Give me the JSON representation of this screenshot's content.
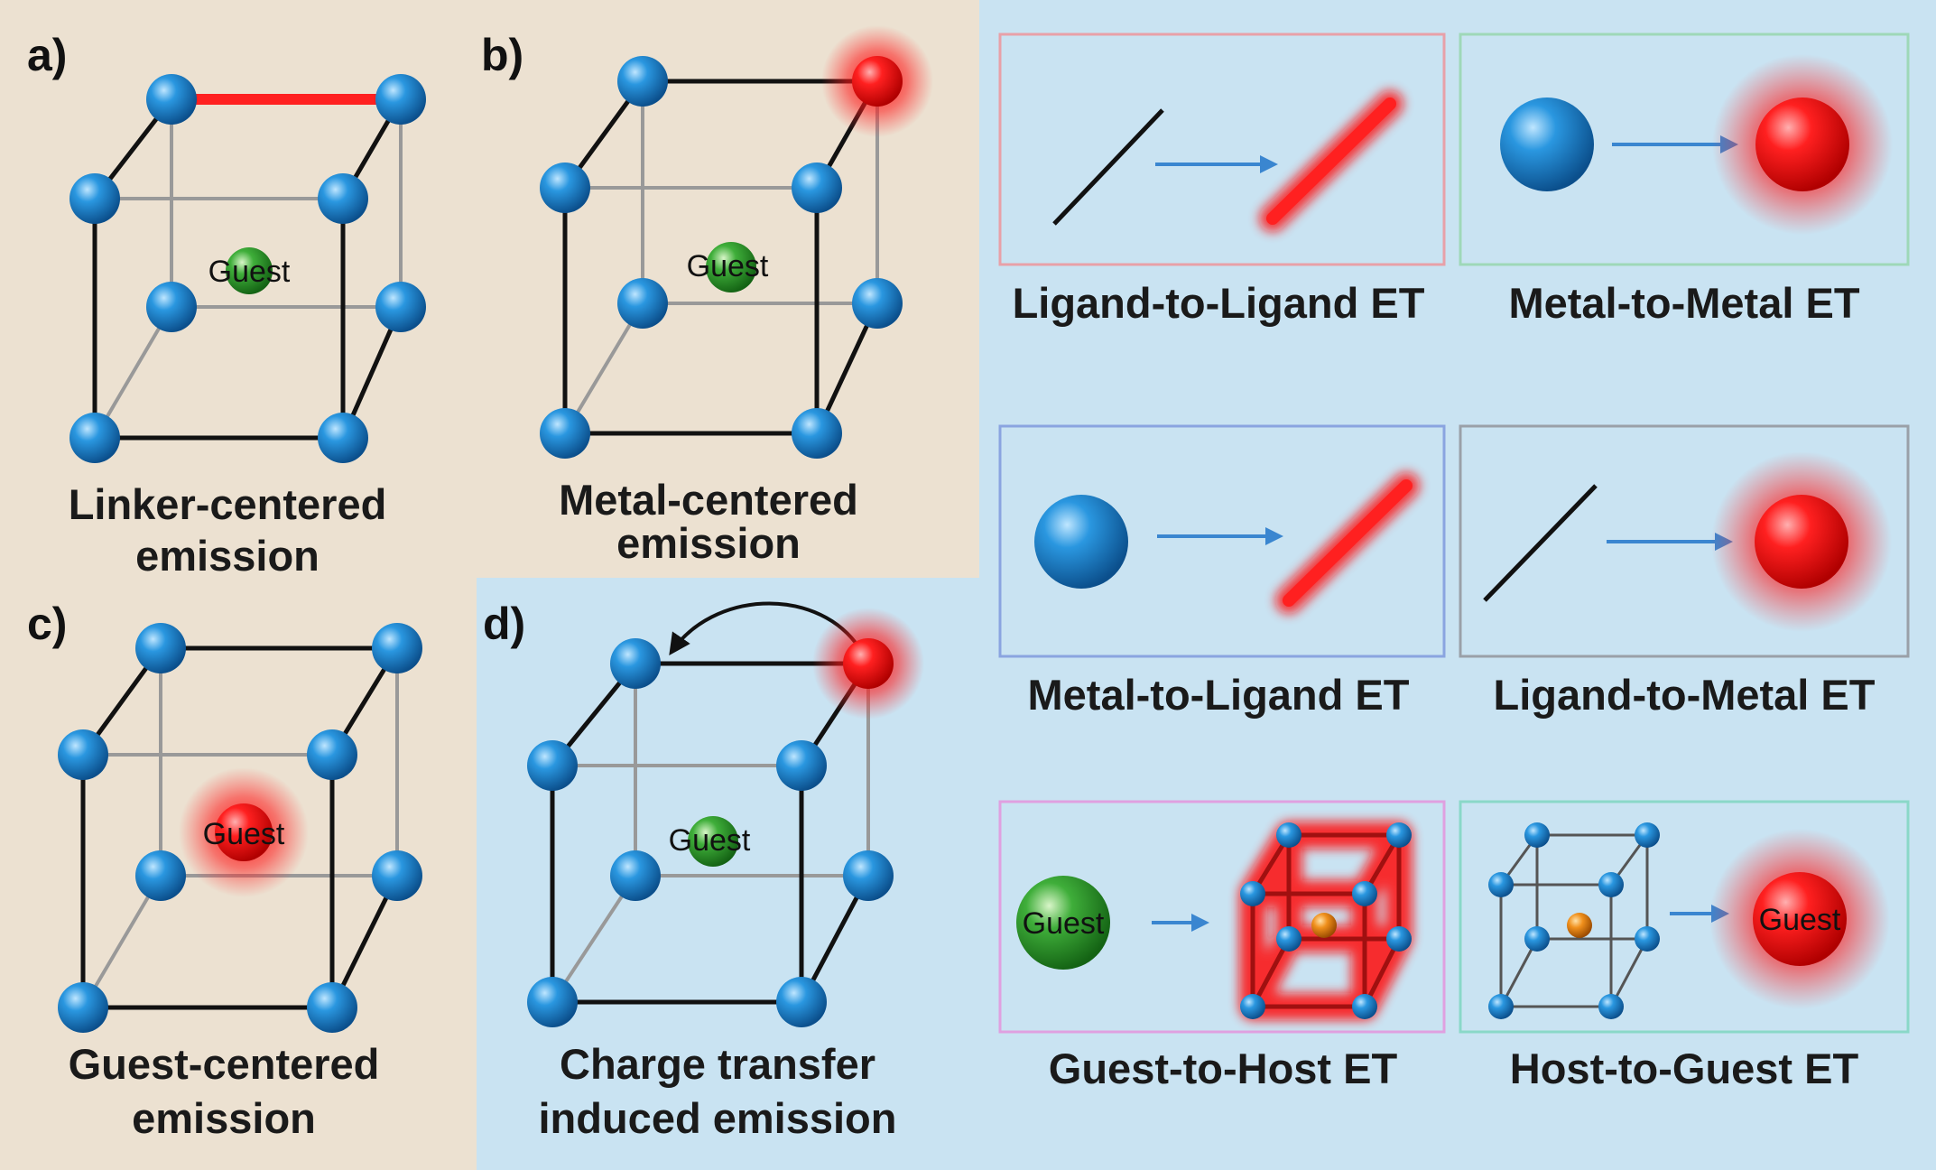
{
  "panels": {
    "a": {
      "label": "a)",
      "caption_line1": "Linker-centered",
      "caption_line2": "emission",
      "guest": "Guest"
    },
    "b": {
      "label": "b)",
      "caption_line1": "Metal-centered",
      "caption_line2": "emission",
      "guest": "Guest"
    },
    "c": {
      "label": "c)",
      "caption_line1": "Guest-centered",
      "caption_line2": "emission",
      "guest": "Guest"
    },
    "d": {
      "label": "d)",
      "caption_line1": "Charge transfer",
      "caption_line2": "induced emission",
      "guest": "Guest"
    }
  },
  "et_boxes": [
    {
      "caption": "Ligand-to-Ligand ET",
      "border_color": "#e8a0a8"
    },
    {
      "caption": "Metal-to-Metal ET",
      "border_color": "#9ed8b8"
    },
    {
      "caption": "Metal-to-Ligand ET",
      "border_color": "#8aa4e0"
    },
    {
      "caption": "Ligand-to-Metal ET",
      "border_color": "#9aa0a8"
    },
    {
      "caption": "Guest-to-Host ET",
      "border_color": "#e0a0e0",
      "guest": "Guest"
    },
    {
      "caption": "Host-to-Guest ET",
      "border_color": "#8ad8c8",
      "guest": "Guest"
    }
  ],
  "colors": {
    "panel_beige": "#ece1d1",
    "panel_blue": "#c9e3f2",
    "node_blue": "#1a88d4",
    "emission_red": "#ff1414",
    "guest_green": "#2f9a2f",
    "arrow_blue": "#3a86d0"
  }
}
